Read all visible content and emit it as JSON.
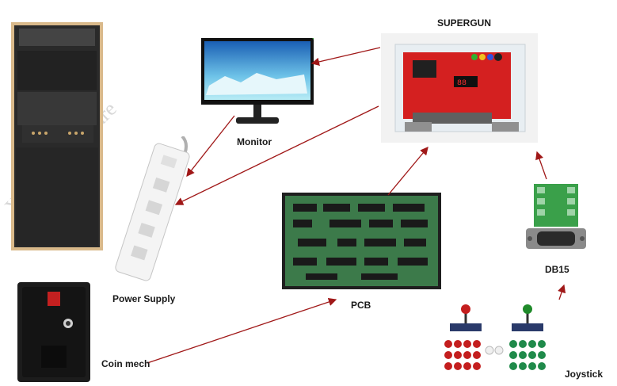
{
  "labels": {
    "supergun": "SUPERGUN",
    "monitor": "Monitor",
    "power_supply": "Power Supply",
    "pcb": "PCB",
    "db15": "DB15",
    "coin_mech": "Coin mech",
    "joystick": "Joystick"
  },
  "watermark": "Xtreme Hardware",
  "colors": {
    "arrow": "#a01818"
  }
}
